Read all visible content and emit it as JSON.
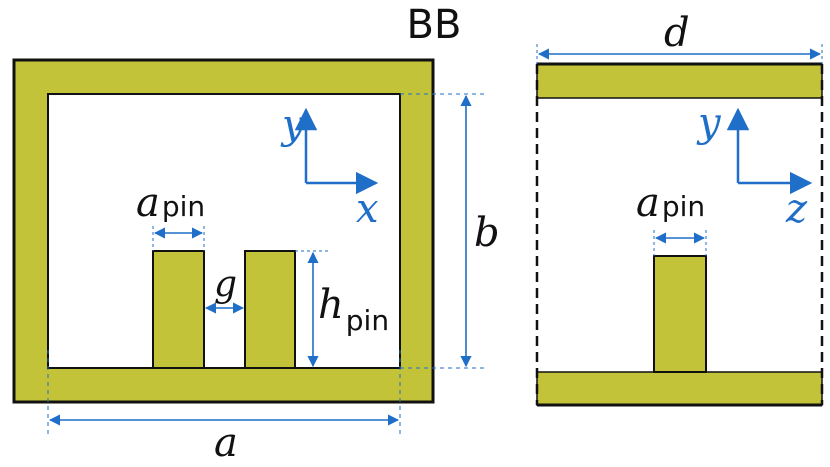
{
  "title": "BB",
  "colors": {
    "metal": "#c3c33a",
    "outline": "#111111",
    "dimension": "#1f6fc8",
    "axis": "#1f6fc8",
    "background": "#ffffff"
  },
  "left_view": {
    "axis_y": "y",
    "axis_x": "x",
    "dim_a": "a",
    "dim_b": "b",
    "dim_a_pin_main": "a",
    "dim_a_pin_sub": "pin",
    "dim_g": "g",
    "dim_h_pin_main": "h",
    "dim_h_pin_sub": "pin"
  },
  "right_view": {
    "axis_y": "y",
    "axis_z": "z",
    "dim_d": "d",
    "dim_a_pin_main": "a",
    "dim_a_pin_sub": "pin"
  }
}
